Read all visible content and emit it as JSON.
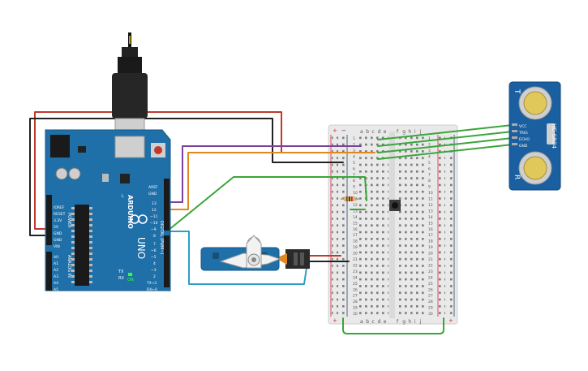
{
  "arduino": {
    "brand": "ARDUINO",
    "model": "UNO",
    "on_label": "ON",
    "power_label": "POWER",
    "analog_label": "ANALOG IN",
    "digital_label": "DIGITAL (PWM~)",
    "aref": "AREF",
    "gnd": "GND",
    "pin13": "13",
    "pin12": "12",
    "pin11": "~11",
    "pin10": "~10",
    "pin9": "~9",
    "pin8": "8",
    "pin7": "7",
    "pin6": "~6",
    "pin5": "~5",
    "pin4": "4",
    "pin3": "~3",
    "pin2": "2",
    "tx": "TX→1",
    "rx": "RX←0",
    "ioref": "IOREF",
    "reset": "RESET",
    "v33": "3.3V",
    "v5": "5V",
    "gnd1": "GND",
    "gnd2": "GND",
    "vin": "VIN",
    "a0": "A0",
    "a1": "A1",
    "a2": "A2",
    "a3": "A3",
    "a4": "A4",
    "a5": "A5",
    "led_l": "L",
    "led_tx": "TX",
    "led_rx": "RX"
  },
  "breadboard": {
    "cols_left": [
      "a",
      "b",
      "c",
      "d",
      "e"
    ],
    "cols_right": [
      "f",
      "g",
      "h",
      "i",
      "j"
    ],
    "plus": "+",
    "minus": "−",
    "rows": [
      "1",
      "2",
      "3",
      "4",
      "5",
      "6",
      "7",
      "8",
      "9",
      "10",
      "11",
      "12",
      "13",
      "14",
      "15",
      "16",
      "17",
      "18",
      "19",
      "20",
      "21",
      "22",
      "23",
      "24",
      "25",
      "26",
      "27",
      "28",
      "29",
      "30"
    ]
  },
  "sensor": {
    "model": "HC-SR04",
    "vcc": "VCC",
    "trig": "TRIG",
    "echo": "ECHO",
    "gnd": "GND",
    "t_label": "T",
    "r_label": "R"
  },
  "colors": {
    "board": "#1f6fa8",
    "wire_red": "#c0392b",
    "wire_black": "#222222",
    "wire_purple": "#7b3fa0",
    "wire_orange": "#e08a1e",
    "wire_green": "#3aa63a",
    "wire_teal": "#2a9fc8",
    "sensor_body": "#1a5fa0",
    "servo_body": "#1f6fa8"
  }
}
